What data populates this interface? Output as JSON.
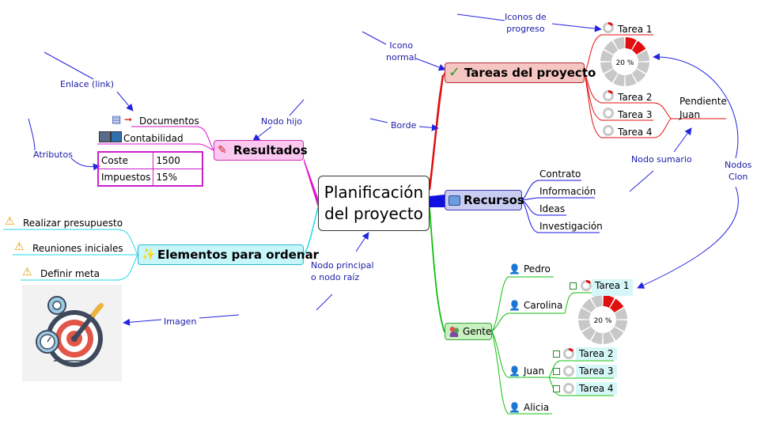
{
  "root": {
    "line1": "Planificación",
    "line2": "del proyecto"
  },
  "nodes": {
    "tareas": "Tareas del proyecto",
    "recursos": "Recursos",
    "gente": "Gente",
    "resultados": "Resultados",
    "elementos": "Elementos para ordenar"
  },
  "tareas": {
    "items": [
      "Tarea 1",
      "Tarea 2",
      "Tarea 3",
      "Tarea 4"
    ],
    "progress_label": "20 %",
    "progress_fraction": 0.2,
    "summary_line1": "Pendiente",
    "summary_line2": "Juan"
  },
  "recursos": {
    "items": [
      "Contrato",
      "Información",
      "Ideas",
      "Investigación"
    ]
  },
  "gente": {
    "people": [
      "Pedro",
      "Carolina",
      "Juan",
      "Alicia"
    ],
    "carolina_task": "Tarea 1",
    "progress_label": "20 %",
    "progress_fraction": 0.2,
    "juan_tasks": [
      "Tarea 2",
      "Tarea 3",
      "Tarea 4"
    ]
  },
  "resultados": {
    "documentos": "Documentos",
    "contabilidad": "Contabilidad",
    "attributes": [
      {
        "name": "Coste",
        "value": "1500"
      },
      {
        "name": "Impuestos",
        "value": "15%"
      }
    ]
  },
  "elementos": {
    "items": [
      "Realizar presupuesto",
      "Reuniones iniciales",
      "Definir meta"
    ]
  },
  "annotations": {
    "iconos_progreso_1": "Iconos de",
    "iconos_progreso_2": "progreso",
    "icono_normal_1": "Icono",
    "icono_normal_2": "normal",
    "enlace": "Enlace (link)",
    "nodo_hijo": "Nodo hijo",
    "borde": "Borde",
    "atributos": "Atributos",
    "nodo_sumario": "Nodo sumario",
    "nodos_clon_1": "Nodos",
    "nodos_clon_2": "Clon",
    "nodo_principal_1": "Nodo principal",
    "nodo_principal_2": "o nodo raíz",
    "imagen": "Imagen"
  },
  "colors": {
    "tareas_branch": "#e01010",
    "recursos_branch": "#1010e0",
    "gente_branch": "#10c010",
    "resultados_branch": "#e010d0",
    "elementos_branch": "#20d8e8",
    "annotation": "#1a1aa8"
  },
  "icons": {
    "tareas": "checkmark-icon",
    "recursos": "folder-icon",
    "gente": "people-icon",
    "resultados": "pencil-icon",
    "elementos": "magic-wand-icon",
    "elementos_items": "warning-icon",
    "documentos": "link-document-icon",
    "contabilidad": "book-icon",
    "people": "person-icon",
    "image": "target-image"
  }
}
